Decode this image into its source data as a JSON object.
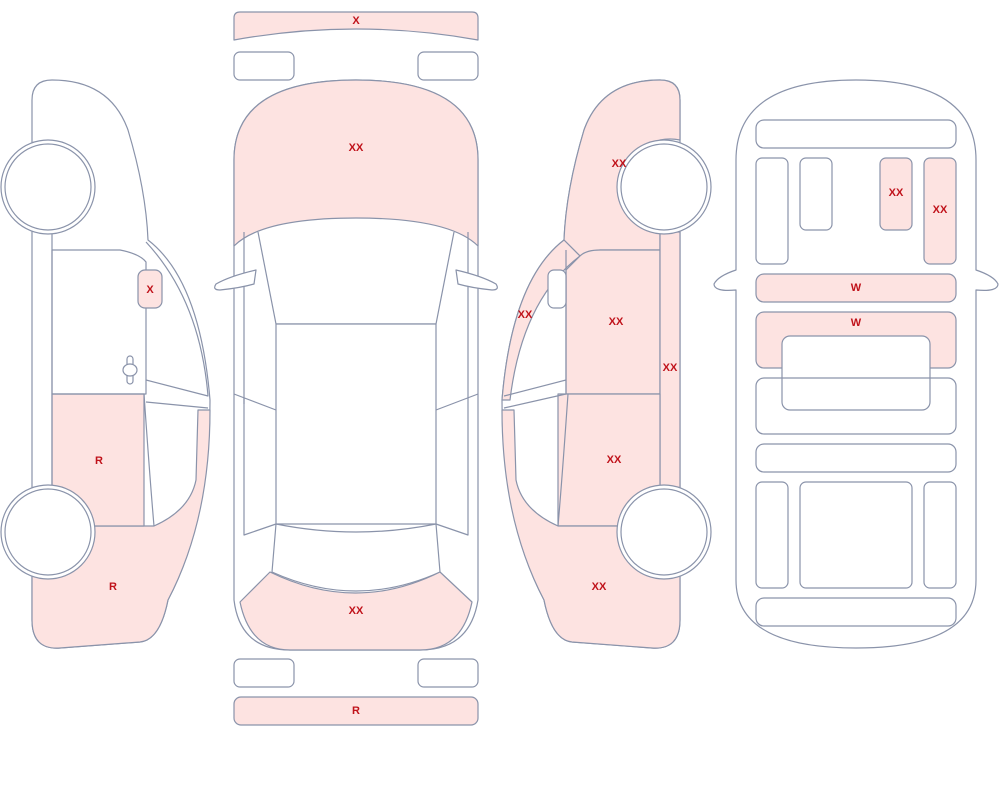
{
  "colors": {
    "damage_fill": "#fde3e1",
    "outline": "#8a93aa",
    "label": "#c0121a"
  },
  "labels": {
    "front_bumper": "X",
    "hood": "XX",
    "rear_bumper": "XX",
    "rear_bar": "R",
    "left_mirror": "X",
    "left_rear_door": "R",
    "left_rear_quarter": "R",
    "right_front_fender": "XX",
    "right_a_pillar": "XX",
    "right_front_door": "XX",
    "right_rocker": "XX",
    "right_rear_door": "XX",
    "right_rear_quarter": "XX",
    "int_seat_a": "XX",
    "int_seat_b": "XX",
    "int_dash": "W",
    "int_console": "W"
  }
}
